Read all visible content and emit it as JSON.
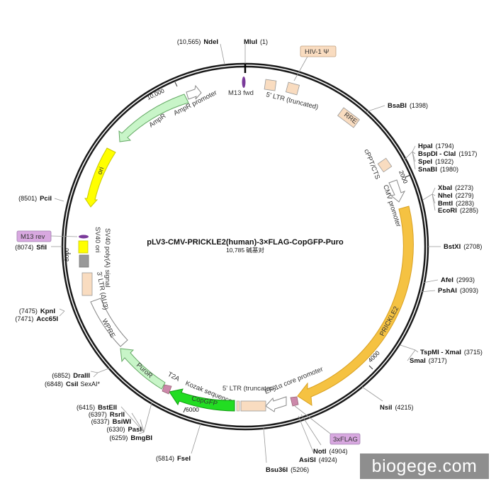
{
  "title": "pLV3-CMV-PRICKLE2(human)-3×FLAG-CopGFP-Puro",
  "subtitle": "10,785 碱基对",
  "watermark": "biogege.com",
  "colors": {
    "backbone": "#1a1a1a",
    "orange": "#f5c242",
    "lightgreen": "#c8f5c8",
    "green": "#22dd22",
    "yellow": "#ffff00",
    "peach": "#f9dcc0",
    "purple": "#7a3a9a",
    "lavender": "#d8a8e0",
    "pink": "#cc88aa",
    "gray": "#999999"
  },
  "ticks": [
    {
      "label": "2000"
    },
    {
      "label": "4000"
    },
    {
      "label": "6000"
    },
    {
      "label": "8000"
    },
    {
      "label": "10,000"
    }
  ],
  "sites": [
    {
      "name": "MluI",
      "pos": "(1)"
    },
    {
      "name": "NdeI",
      "pos": "(10,565)"
    },
    {
      "name": "BsaBI",
      "pos": "(1398)"
    },
    {
      "name": "HpaI",
      "pos": "(1794)"
    },
    {
      "name": "BspDI - ClaI",
      "pos": "(1917)"
    },
    {
      "name": "SpeI",
      "pos": "(1922)"
    },
    {
      "name": "SnaBI",
      "pos": "(1980)"
    },
    {
      "name": "XbaI",
      "pos": "(2273)"
    },
    {
      "name": "NheI",
      "pos": "(2279)"
    },
    {
      "name": "BmtI",
      "pos": "(2283)"
    },
    {
      "name": "EcoRI",
      "pos": "(2285)"
    },
    {
      "name": "BstXI",
      "pos": "(2708)"
    },
    {
      "name": "AfeI",
      "pos": "(2993)"
    },
    {
      "name": "PshAI",
      "pos": "(3093)"
    },
    {
      "name": "TspMI - XmaI",
      "pos": "(3715)"
    },
    {
      "name": "SmaI",
      "pos": "(3717)"
    },
    {
      "name": "NsiI",
      "pos": "(4215)"
    },
    {
      "name": "NotI",
      "pos": "(4904)"
    },
    {
      "name": "AsiSI",
      "pos": "(4924)"
    },
    {
      "name": "Bsu36I",
      "pos": "(5206)"
    },
    {
      "name": "FseI",
      "pos": "(5814)"
    },
    {
      "name": "BmgBI",
      "pos": "(6259)"
    },
    {
      "name": "PasI",
      "pos": "(6330)"
    },
    {
      "name": "BsiWI",
      "pos": "(6337)"
    },
    {
      "name": "RsrII",
      "pos": "(6397)"
    },
    {
      "name": "BstEII",
      "pos": "(6415)"
    },
    {
      "name": "CsiI",
      "pos": "(6848)",
      "extra": "SexAI*"
    },
    {
      "name": "DraIII",
      "pos": "(6852)"
    },
    {
      "name": "Acc65I",
      "pos": "(7471)"
    },
    {
      "name": "KpnI",
      "pos": "(7475)"
    },
    {
      "name": "SfiI",
      "pos": "(8074)"
    },
    {
      "name": "PciI",
      "pos": "(8501)"
    }
  ],
  "features": [
    {
      "label": "HIV-1 Ψ"
    },
    {
      "label": "5' LTR (truncated)"
    },
    {
      "label": "RRE"
    },
    {
      "label": "cPPT/CTS"
    },
    {
      "label": "CMV promoter"
    },
    {
      "label": "PRICKLE2"
    },
    {
      "label": "EF-1α core promoter"
    },
    {
      "label": "3xFLAG"
    },
    {
      "label": "5' LTR (truncated)"
    },
    {
      "label": "Kozak sequence"
    },
    {
      "label": "CopGFP"
    },
    {
      "label": "T2A"
    },
    {
      "label": "PuroR"
    },
    {
      "label": "WPRE"
    },
    {
      "label": "3' LTR (ΔU3)"
    },
    {
      "label": "SV40 poly(A) signal"
    },
    {
      "label": "SV40 ori"
    },
    {
      "label": "M13 rev"
    },
    {
      "label": "ori"
    },
    {
      "label": "AmpR"
    },
    {
      "label": "AmpR promoter"
    },
    {
      "label": "M13 fwd"
    }
  ]
}
